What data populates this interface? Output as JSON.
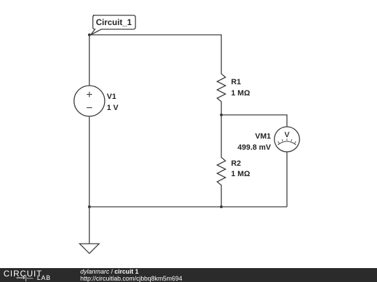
{
  "diagram": {
    "net_tag": "Circuit_1",
    "components": {
      "v1": {
        "name": "V1",
        "value": "1 V"
      },
      "r1": {
        "name": "R1",
        "value": "1 MΩ"
      },
      "r2": {
        "name": "R2",
        "value": "1 MΩ"
      },
      "vm1": {
        "name": "VM1",
        "value": "499.8 mV",
        "symbol": "V"
      }
    },
    "source_plus": "+",
    "source_minus": "−",
    "wire_color": "#3a3a3a"
  },
  "footer": {
    "logo_top": "CIRCUIT",
    "logo_bottom": "LAB",
    "logo_glyph": "⟶|—",
    "user": "dylanmarc",
    "separator": " / ",
    "title": "circuit 1",
    "url": "http://circuitlab.com/cjbbq8km5m694",
    "background": "#2b2b2b"
  }
}
